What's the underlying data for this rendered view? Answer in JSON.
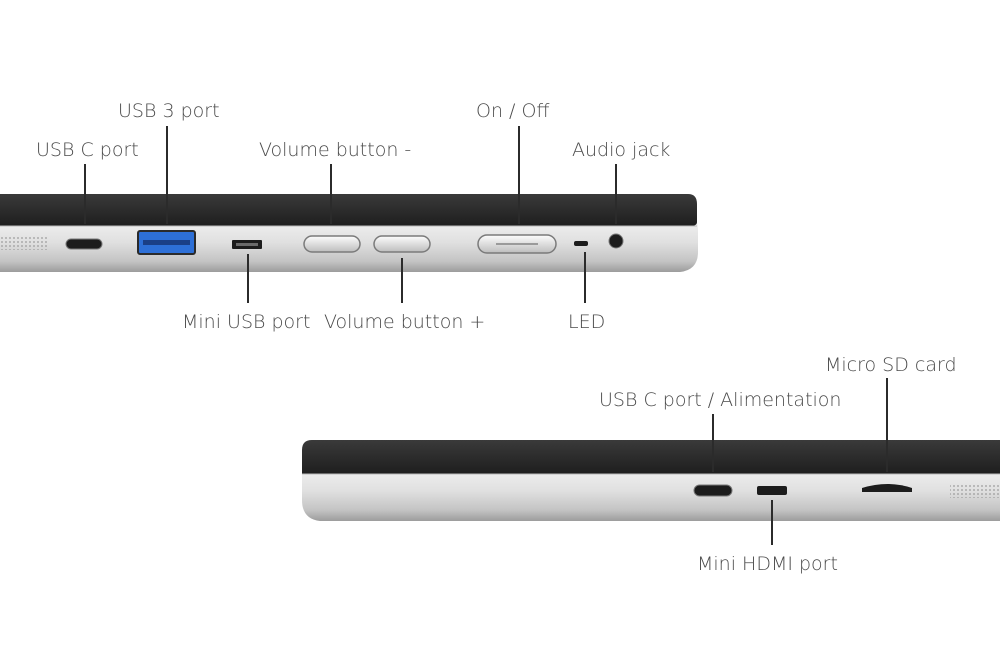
{
  "top_view": {
    "labels": {
      "usb_c_port": "USB C port",
      "usb3_port": "USB 3 port",
      "volume_minus": "Volume button -",
      "on_off": "On / Off",
      "audio_jack": "Audio jack",
      "mini_usb_port": "Mini USB port",
      "volume_plus": "Volume button +",
      "led": "LED"
    }
  },
  "bottom_view": {
    "labels": {
      "micro_sd_card": "Micro SD card",
      "usb_c_power": "USB C port / Alimentation",
      "mini_hdmi_port": "Mini HDMI port"
    }
  },
  "colors": {
    "bezel_dark": "#2a2a2a",
    "body_silver": "#d9d9d9",
    "port_accent_usb3": "#2d6fd6",
    "text": "#4a4a4a"
  }
}
